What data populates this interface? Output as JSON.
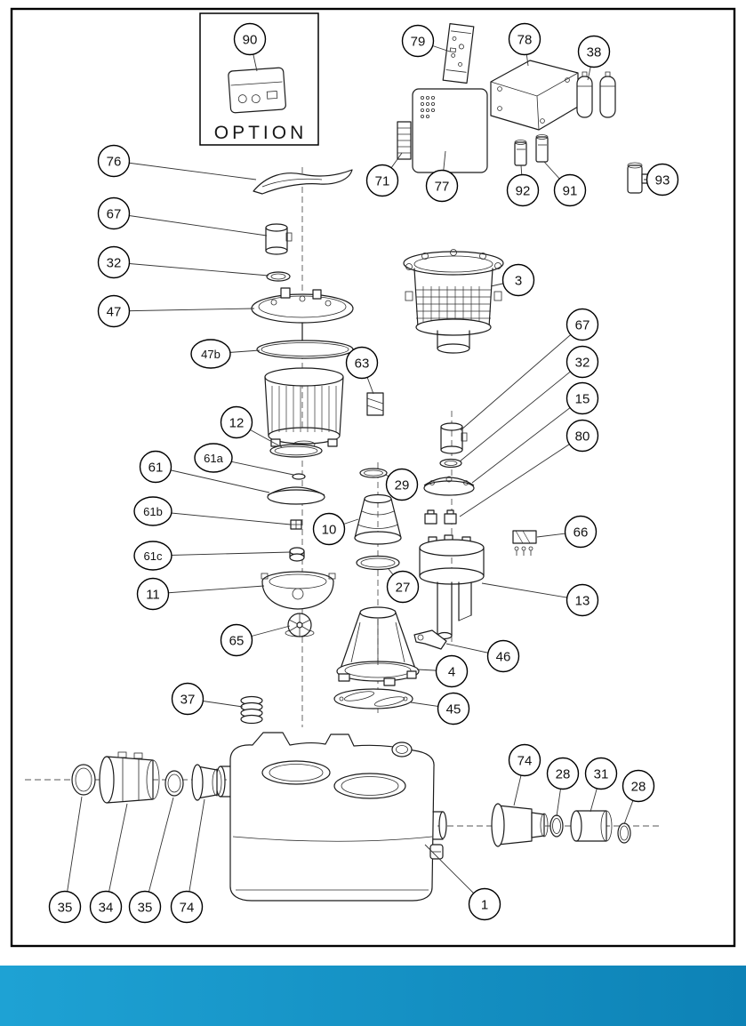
{
  "page": {
    "footer_left": "#1ea2d4",
    "footer_right": "#0d82b6"
  },
  "option_box": {
    "label": "OPTION"
  },
  "callouts": {
    "c90": "90",
    "c79": "79",
    "c78": "78",
    "c38": "38",
    "c76": "76",
    "c71": "71",
    "c77": "77",
    "c92": "92",
    "c91": "91",
    "c93": "93",
    "c67a": "67",
    "c32a": "32",
    "c3": "3",
    "c47": "47",
    "c47b": "47b",
    "c63": "63",
    "c67b": "67",
    "c32b": "32",
    "c15": "15",
    "c12": "12",
    "c80": "80",
    "c61": "61",
    "c61a": "61a",
    "c29": "29",
    "c66": "66",
    "c61b": "61b",
    "c10": "10",
    "c61c": "61c",
    "c27": "27",
    "c13": "13",
    "c11": "11",
    "c65": "65",
    "c46": "46",
    "c4": "4",
    "c45": "45",
    "c37": "37",
    "c74a": "74",
    "c28a": "28",
    "c31": "31",
    "c28b": "28",
    "c35a": "35",
    "c34": "34",
    "c35b": "35",
    "c74b": "74",
    "c1": "1"
  }
}
